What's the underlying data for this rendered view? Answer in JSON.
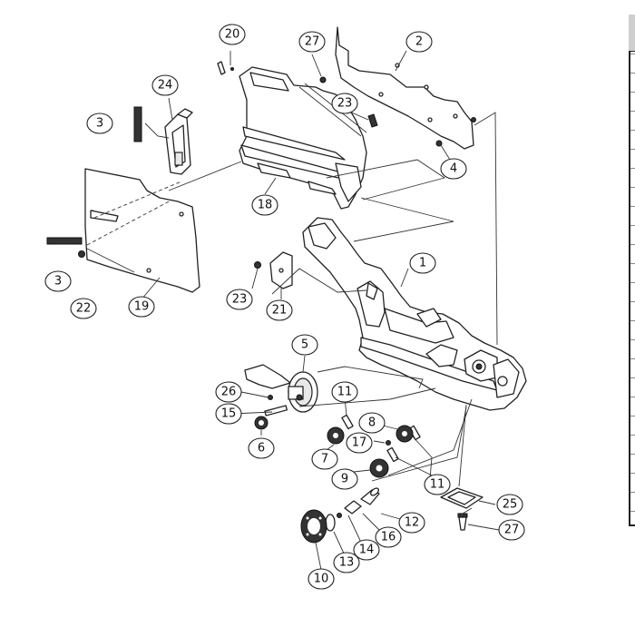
{
  "callouts": [
    {
      "id": "c1",
      "label": "1"
    },
    {
      "id": "c2",
      "label": "2"
    },
    {
      "id": "c3a",
      "label": "3"
    },
    {
      "id": "c3b",
      "label": "3"
    },
    {
      "id": "c4",
      "label": "4"
    },
    {
      "id": "c5",
      "label": "5"
    },
    {
      "id": "c6",
      "label": "6"
    },
    {
      "id": "c7",
      "label": "7"
    },
    {
      "id": "c8",
      "label": "8"
    },
    {
      "id": "c9",
      "label": "9"
    },
    {
      "id": "c10",
      "label": "10"
    },
    {
      "id": "c11a",
      "label": "11"
    },
    {
      "id": "c11b",
      "label": "11"
    },
    {
      "id": "c12",
      "label": "12"
    },
    {
      "id": "c13",
      "label": "13"
    },
    {
      "id": "c14",
      "label": "14"
    },
    {
      "id": "c15",
      "label": "15"
    },
    {
      "id": "c16",
      "label": "16"
    },
    {
      "id": "c17",
      "label": "17"
    },
    {
      "id": "c18",
      "label": "18"
    },
    {
      "id": "c19",
      "label": "19"
    },
    {
      "id": "c20",
      "label": "20"
    },
    {
      "id": "c21",
      "label": "21"
    },
    {
      "id": "c22",
      "label": "22"
    },
    {
      "id": "c23a",
      "label": "23"
    },
    {
      "id": "c23b",
      "label": "23"
    },
    {
      "id": "c24",
      "label": "24"
    },
    {
      "id": "c25",
      "label": "25"
    },
    {
      "id": "c26",
      "label": "26"
    },
    {
      "id": "c27a",
      "label": "27"
    },
    {
      "id": "c27b",
      "label": "27"
    }
  ]
}
